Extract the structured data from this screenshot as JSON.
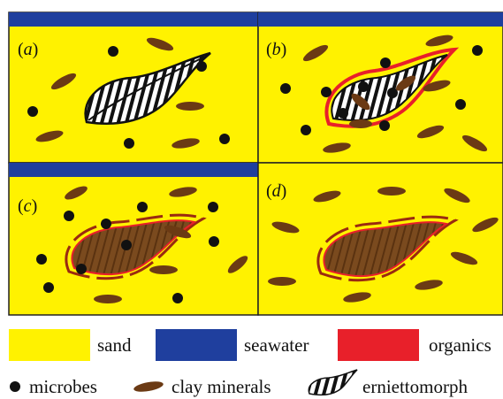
{
  "panels": [
    {
      "id": "a",
      "label_open": "(",
      "label_letter": "a",
      "label_close": ")",
      "seawater": true,
      "organics": false,
      "clay_infill": false
    },
    {
      "id": "b",
      "label_open": "(",
      "label_letter": "b",
      "label_close": ")",
      "seawater": true,
      "organics": true,
      "clay_infill": false
    },
    {
      "id": "c",
      "label_open": "(",
      "label_letter": "c",
      "label_close": ")",
      "seawater": true,
      "organics": true,
      "clay_infill": true
    },
    {
      "id": "d",
      "label_open": "(",
      "label_letter": "d",
      "label_close": ")",
      "seawater": false,
      "organics": true,
      "clay_infill": true
    }
  ],
  "legend": {
    "sand": "sand",
    "seawater": "seawater",
    "organics": "organics",
    "microbes": "microbes",
    "clay_minerals": "clay minerals",
    "erniettomorph": "erniettomorph"
  },
  "colors": {
    "sand": "#FFF200",
    "seawater": "#1F3F9E",
    "organics": "#E8202A",
    "clay": "#6B3A14",
    "microbe": "#111111",
    "border": "#222222"
  },
  "icons": {
    "microbe": "black-dot",
    "clay": "brown-ellipse",
    "erniettomorph": "striped-leaf-fossil"
  }
}
